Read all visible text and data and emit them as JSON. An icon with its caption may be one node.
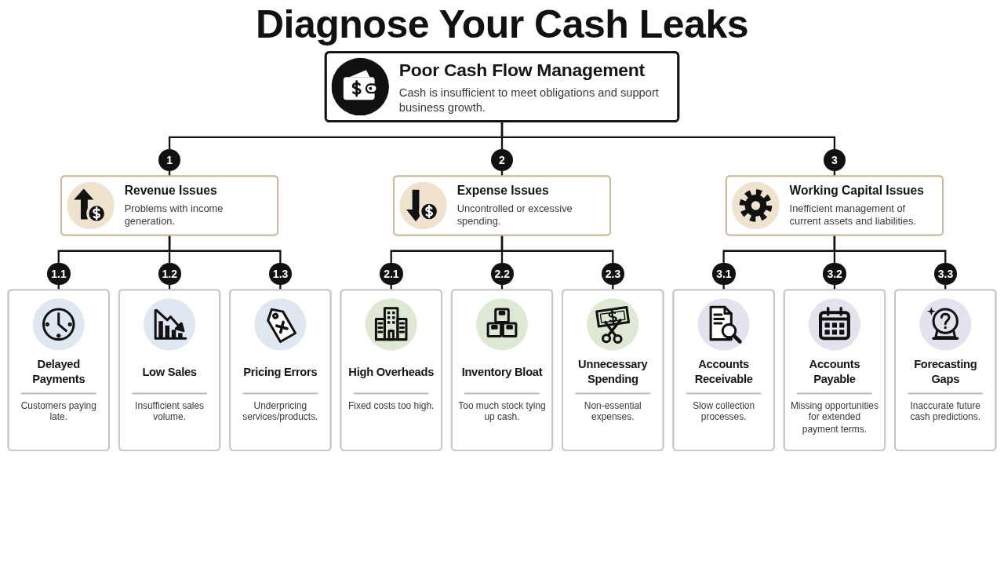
{
  "diagram": {
    "title": "Diagnose Your Cash Leaks",
    "nodes": [
      {
        "text": [
          "Poor Cash Flow Management",
          "Cash is insufficient to meet obligations and support business growth."
        ]
      },
      {
        "text": [
          "Revenue Issues",
          "Problems with income generation."
        ]
      },
      {
        "text": [
          "Expense Issues",
          "Uncontrolled or excessive spending."
        ]
      },
      {
        "text": [
          "Working Capital Issues",
          "Inefficient management of current assets and liabilities."
        ]
      },
      {
        "text": [
          "Delayed Payments",
          "Customers paying late."
        ]
      },
      {
        "text": [
          "Low Sales",
          "Insufficient sales volume."
        ]
      },
      {
        "text": [
          "Pricing Errors",
          "Underpricing services/products."
        ]
      },
      {
        "text": [
          "High Overheads",
          "Fixed costs too high."
        ]
      },
      {
        "text": [
          "Inventory Bloat",
          "Too much stock tying up cash."
        ]
      },
      {
        "text": [
          "Unnecessary Spending",
          "Non-essential expenses."
        ]
      },
      {
        "text": [
          "Accounts Receivable",
          "Slow collection processes."
        ]
      },
      {
        "text": [
          "Accounts Payable",
          "Missing opportunities for extended payment terms."
        ]
      },
      {
        "text": [
          "Forecasting Gaps",
          "Inaccurate future cash predictions."
        ]
      }
    ],
    "edges": [
      {
        "from": 0,
        "to": 1,
        "arrow": "none",
        "label": "1"
      },
      {
        "from": 0,
        "to": 2,
        "arrow": "none",
        "label": "2"
      },
      {
        "from": 0,
        "to": 3,
        "arrow": "none",
        "label": "3"
      },
      {
        "from": 1,
        "to": 4,
        "arrow": "none",
        "label": "1.1"
      },
      {
        "from": 1,
        "to": 5,
        "arrow": "none",
        "label": "1.2"
      },
      {
        "from": 1,
        "to": 6,
        "arrow": "none",
        "label": "1.3"
      },
      {
        "from": 2,
        "to": 7,
        "arrow": "none",
        "label": "2.1"
      },
      {
        "from": 2,
        "to": 8,
        "arrow": "none",
        "label": "2.2"
      },
      {
        "from": 2,
        "to": 9,
        "arrow": "none",
        "label": "2.3"
      },
      {
        "from": 3,
        "to": 10,
        "arrow": "none",
        "label": "3.1"
      },
      {
        "from": 3,
        "to": 11,
        "arrow": "none",
        "label": "3.2"
      },
      {
        "from": 3,
        "to": 12,
        "arrow": "none",
        "label": "3.3"
      }
    ]
  }
}
